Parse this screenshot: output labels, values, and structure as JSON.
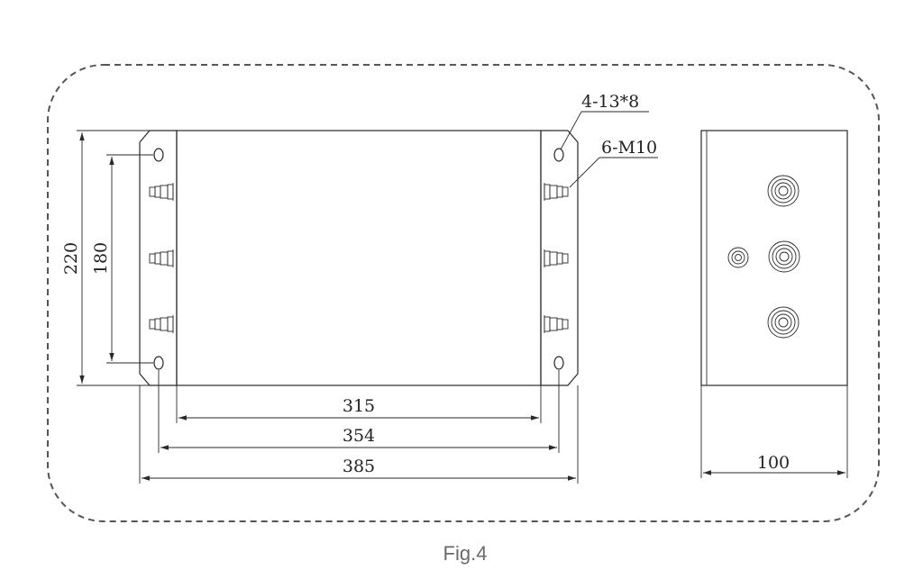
{
  "diagram": {
    "callouts": {
      "holes": "4-13*8",
      "terminals": "6-M10"
    },
    "dimensions": {
      "height_outer": "220",
      "height_holes": "180",
      "width_body": "315",
      "width_holes": "354",
      "width_overall": "385",
      "depth": "100"
    },
    "caption": "Fig.4"
  }
}
